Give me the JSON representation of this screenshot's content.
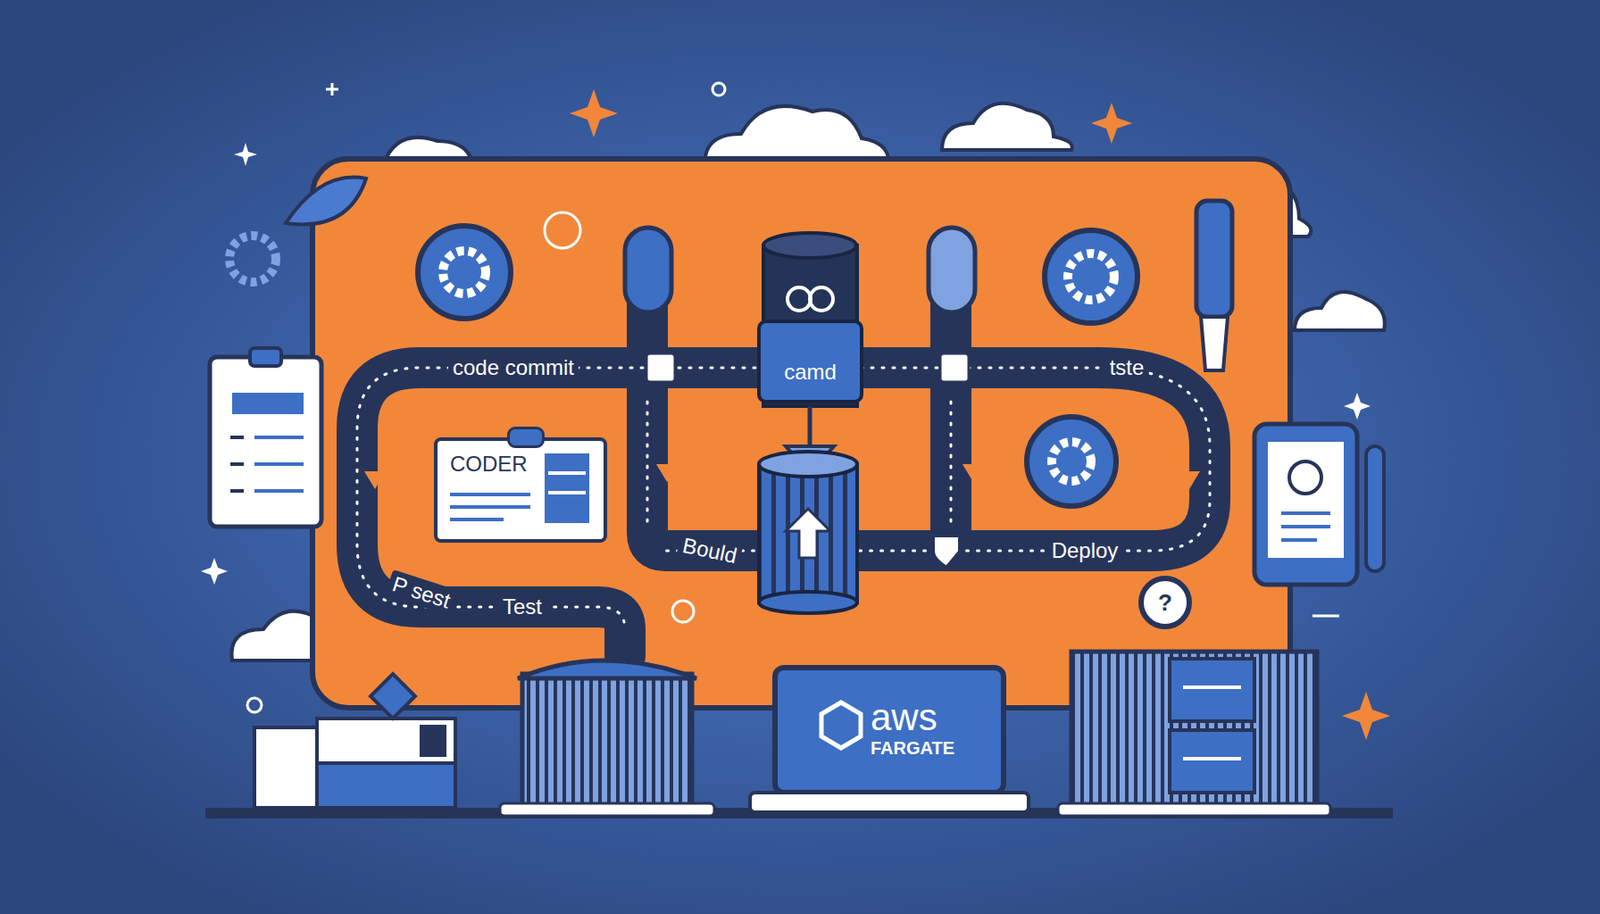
{
  "diagram": {
    "nodes": [
      {
        "text": [
          "camd"
        ]
      },
      {
        "text": [
          "CODER"
        ]
      },
      {
        "text": [
          "aws",
          "FARGATE"
        ]
      }
    ],
    "labels": [
      "code commit",
      "tste",
      "Bould",
      "Deploy",
      "P sest",
      "Test",
      "?"
    ]
  }
}
